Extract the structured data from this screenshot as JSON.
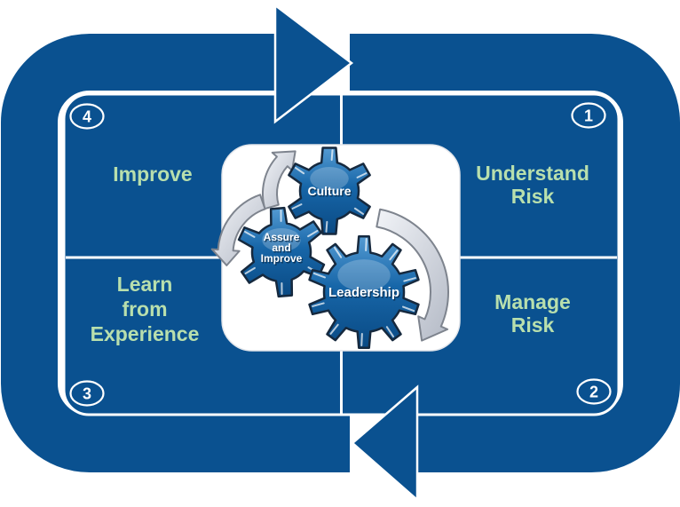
{
  "colors": {
    "ring_blue": "#0A5190",
    "label_green": "#B8DFAD",
    "outline_white": "#FFFFFF",
    "gear_light": "#549BD3",
    "gear_mid": "#1766A8",
    "gear_dark": "#0A4A84",
    "gear_outline": "#16293E",
    "silver_light": "#F2F4F8",
    "silver_dark": "#B4BAC6",
    "silver_outline": "#7E848E"
  },
  "corners": [
    {
      "position": "top-left",
      "number": "4"
    },
    {
      "position": "top-right",
      "number": "1"
    },
    {
      "position": "bottom-left",
      "number": "3"
    },
    {
      "position": "bottom-right",
      "number": "2"
    }
  ],
  "quadrants": [
    {
      "name": "improve",
      "step": "4",
      "label_lines": [
        "Improve"
      ]
    },
    {
      "name": "understand-risk",
      "step": "1",
      "label_lines": [
        "Understand",
        "Risk"
      ]
    },
    {
      "name": "learn-from-experience",
      "step": "3",
      "label_lines": [
        "Learn",
        "from",
        "Experience"
      ]
    },
    {
      "name": "manage-risk",
      "step": "2",
      "label_lines": [
        "Manage",
        "Risk"
      ]
    }
  ],
  "center": {
    "gears": [
      {
        "name": "culture",
        "label_lines": [
          "Culture"
        ]
      },
      {
        "name": "assure-and-improve",
        "label_lines": [
          "Assure",
          "and",
          "Improve"
        ]
      },
      {
        "name": "leadership",
        "label_lines": [
          "Leadership"
        ]
      }
    ]
  }
}
